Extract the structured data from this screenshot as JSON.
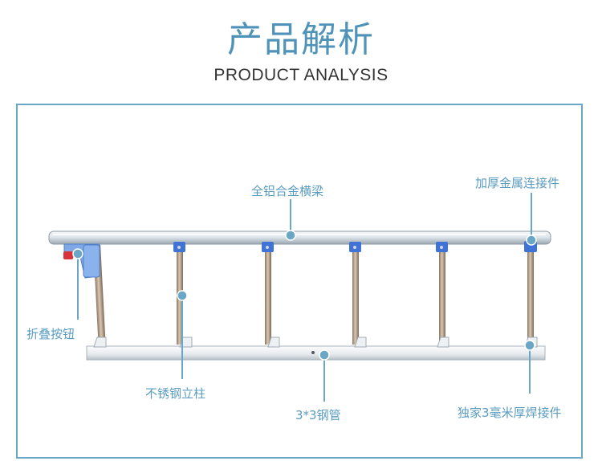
{
  "header": {
    "title_cn": "产品解析",
    "title_en": "PRODUCT ANALYSIS"
  },
  "callouts": {
    "beam": "全铝合金横梁",
    "connector": "加厚金属连接件",
    "fold_button": "折叠按钮",
    "stainless_post": "不锈钢立柱",
    "steel_tube": "3*3钢管",
    "welded_connector": "独家3毫米厚焊接件"
  },
  "colors": {
    "accent": "#5a9cc0",
    "frame_border": "#6aa7c6",
    "rail": "#d6dde3",
    "post": "#b49a7c",
    "clip_blue": "#3f73d6",
    "button_red": "#d8333a",
    "marker": "#6aa7c6"
  },
  "icons": {
    "marker": "circle-dot"
  }
}
